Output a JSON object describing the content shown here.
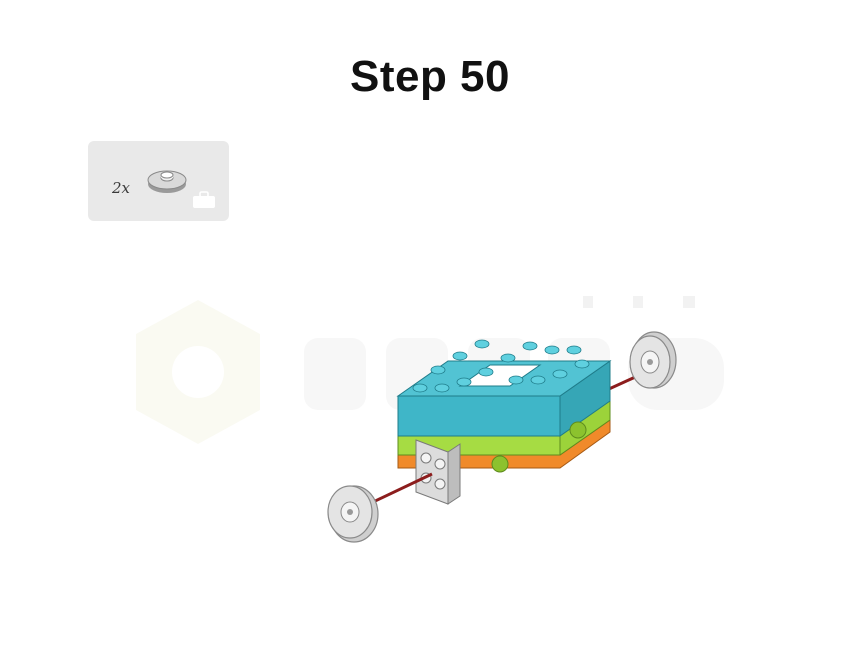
{
  "step": {
    "title": "Step 50"
  },
  "parts_callout": {
    "quantity": "2x",
    "part_icon": "round-plate-icon",
    "storage_icon": "case-icon"
  },
  "watermark": {
    "logo_icon": "hexagon-logo-icon"
  },
  "model": {
    "icon": "brick-model-illustration"
  },
  "colors": {
    "title": "#111111",
    "parts_background": "#e9e9e9",
    "brick_teal": "#3fb6c8",
    "brick_lime": "#9cd33a",
    "brick_orange": "#f08a2a",
    "plate_gray": "#d8d8d8",
    "axle_red": "#8c1d1d"
  }
}
